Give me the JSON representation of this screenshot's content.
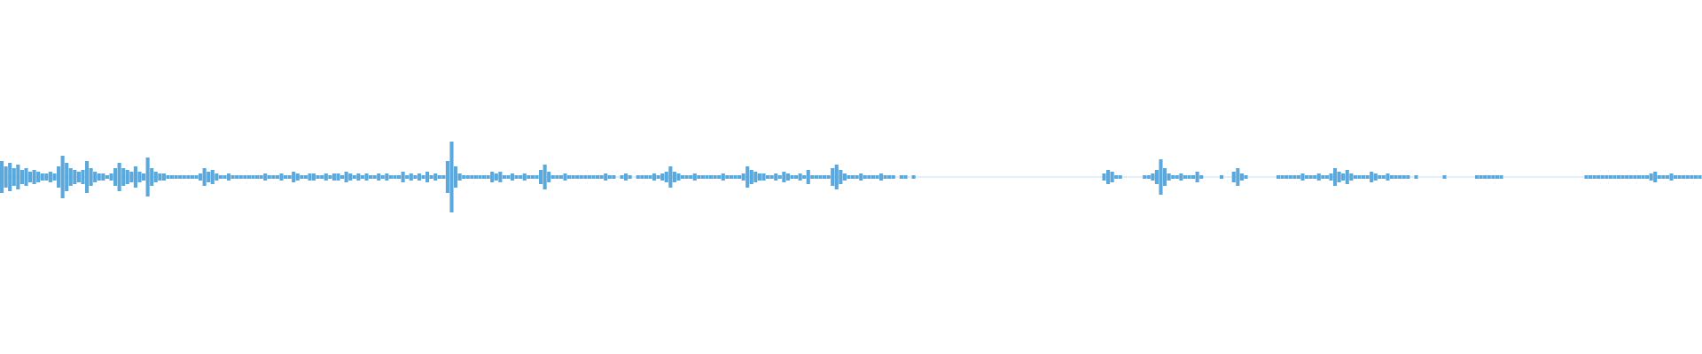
{
  "waveform": {
    "color": "#5aa8dc",
    "background": "#ffffff",
    "amplitudes": [
      0.09,
      0.06,
      0.08,
      0.05,
      0.07,
      0.04,
      0.05,
      0.03,
      0.04,
      0.03,
      0.02,
      0.02,
      0.03,
      0.02,
      0.06,
      0.12,
      0.08,
      0.05,
      0.04,
      0.03,
      0.04,
      0.09,
      0.05,
      0.03,
      0.02,
      0.02,
      0.01,
      0.02,
      0.05,
      0.08,
      0.05,
      0.04,
      0.03,
      0.06,
      0.03,
      0.02,
      0.11,
      0.05,
      0.03,
      0.02,
      0.02,
      0.01,
      0.01,
      0.01,
      0.01,
      0.01,
      0.01,
      0.01,
      0.01,
      0.02,
      0.05,
      0.03,
      0.04,
      0.02,
      0.01,
      0.01,
      0.02,
      0.01,
      0.01,
      0.01,
      0.01,
      0.01,
      0.01,
      0.01,
      0.01,
      0.02,
      0.01,
      0.01,
      0.01,
      0.02,
      0.01,
      0.01,
      0.03,
      0.02,
      0.01,
      0.01,
      0.02,
      0.02,
      0.01,
      0.01,
      0.02,
      0.01,
      0.02,
      0.02,
      0.01,
      0.03,
      0.02,
      0.01,
      0.02,
      0.01,
      0.02,
      0.01,
      0.01,
      0.02,
      0.01,
      0.02,
      0.01,
      0.01,
      0.01,
      0.03,
      0.01,
      0.02,
      0.01,
      0.02,
      0.01,
      0.03,
      0.01,
      0.02,
      0.01,
      0.01,
      0.09,
      0.2,
      0.06,
      0.02,
      0.01,
      0.01,
      0.01,
      0.01,
      0.01,
      0.01,
      0.01,
      0.03,
      0.02,
      0.03,
      0.01,
      0.01,
      0.02,
      0.01,
      0.01,
      0.02,
      0.01,
      0.01,
      0.01,
      0.04,
      0.07,
      0.03,
      0.01,
      0.01,
      0.01,
      0.02,
      0.01,
      0.01,
      0.01,
      0.01,
      0.01,
      0.01,
      0.01,
      0.01,
      0.01,
      0.02,
      0.01,
      0.01,
      0.0,
      0.01,
      0.02,
      0.01,
      0.0,
      0.01,
      0.01,
      0.01,
      0.01,
      0.02,
      0.01,
      0.02,
      0.03,
      0.06,
      0.03,
      0.02,
      0.01,
      0.01,
      0.01,
      0.02,
      0.01,
      0.01,
      0.01,
      0.01,
      0.01,
      0.01,
      0.02,
      0.01,
      0.01,
      0.01,
      0.01,
      0.02,
      0.06,
      0.04,
      0.03,
      0.02,
      0.02,
      0.01,
      0.01,
      0.02,
      0.01,
      0.03,
      0.02,
      0.01,
      0.01,
      0.02,
      0.01,
      0.04,
      0.01,
      0.01,
      0.01,
      0.01,
      0.01,
      0.05,
      0.07,
      0.04,
      0.02,
      0.01,
      0.01,
      0.01,
      0.02,
      0.01,
      0.01,
      0.01,
      0.01,
      0.02,
      0.01,
      0.01,
      0.01,
      0.0,
      0.01,
      0.01,
      0.0,
      0.01,
      0.0,
      0.0,
      0.0,
      0.0,
      0.0,
      0.0,
      0.0,
      0.0,
      0.0,
      0.0,
      0.0,
      0.0,
      0.0,
      0.0,
      0.0,
      0.0,
      0.0,
      0.0,
      0.0,
      0.0,
      0.0,
      0.0,
      0.0,
      0.0,
      0.0,
      0.0,
      0.0,
      0.0,
      0.0,
      0.0,
      0.0,
      0.0,
      0.0,
      0.0,
      0.0,
      0.0,
      0.0,
      0.0,
      0.0,
      0.0,
      0.0,
      0.0,
      0.0,
      0.0,
      0.0,
      0.0,
      0.02,
      0.04,
      0.03,
      0.01,
      0.01,
      0.0,
      0.0,
      0.0,
      0.0,
      0.0,
      0.01,
      0.01,
      0.02,
      0.04,
      0.1,
      0.05,
      0.02,
      0.01,
      0.01,
      0.02,
      0.01,
      0.01,
      0.01,
      0.03,
      0.01,
      0.0,
      0.0,
      0.0,
      0.0,
      0.01,
      0.0,
      0.0,
      0.03,
      0.05,
      0.02,
      0.01,
      0.0,
      0.0,
      0.0,
      0.0,
      0.0,
      0.0,
      0.0,
      0.01,
      0.01,
      0.01,
      0.01,
      0.01,
      0.01,
      0.02,
      0.01,
      0.01,
      0.01,
      0.02,
      0.01,
      0.01,
      0.02,
      0.05,
      0.03,
      0.02,
      0.04,
      0.02,
      0.01,
      0.01,
      0.01,
      0.01,
      0.03,
      0.02,
      0.01,
      0.01,
      0.02,
      0.01,
      0.01,
      0.01,
      0.01,
      0.01,
      0.0,
      0.01,
      0.0,
      0.0,
      0.0,
      0.0,
      0.0,
      0.0,
      0.01,
      0.0,
      0.0,
      0.0,
      0.0,
      0.0,
      0.0,
      0.0,
      0.01,
      0.01,
      0.01,
      0.01,
      0.01,
      0.01,
      0.01,
      0.0,
      0.0,
      0.0,
      0.0,
      0.0,
      0.0,
      0.0,
      0.0,
      0.0,
      0.0,
      0.0,
      0.0,
      0.0,
      0.0,
      0.0,
      0.0,
      0.0,
      0.0,
      0.0,
      0.0,
      0.01,
      0.01,
      0.01,
      0.01,
      0.01,
      0.01,
      0.01,
      0.01,
      0.01,
      0.01,
      0.01,
      0.01,
      0.01,
      0.01,
      0.01,
      0.01,
      0.02,
      0.03,
      0.01,
      0.01,
      0.01,
      0.02,
      0.01,
      0.01,
      0.01,
      0.01,
      0.01,
      0.01,
      0.01
    ]
  }
}
